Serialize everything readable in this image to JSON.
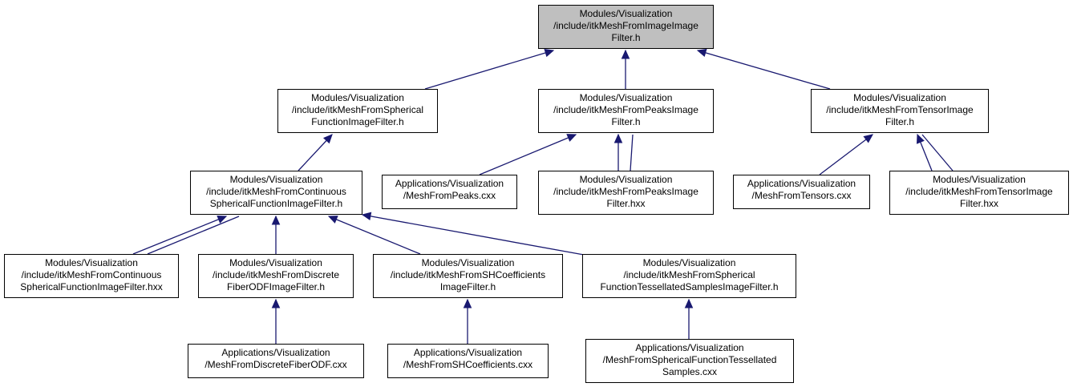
{
  "colors": {
    "edge": "#191970",
    "root_fill": "#bfbfbf",
    "node_fill": "#ffffff",
    "border": "#000000"
  },
  "nodes": {
    "root": {
      "lines": [
        "Modules/Visualization",
        "/include/itkMeshFromImageImage",
        "Filter.h"
      ]
    },
    "spherical": {
      "lines": [
        "Modules/Visualization",
        "/include/itkMeshFromSpherical",
        "FunctionImageFilter.h"
      ]
    },
    "peaks": {
      "lines": [
        "Modules/Visualization",
        "/include/itkMeshFromPeaksImage",
        "Filter.h"
      ]
    },
    "tensor": {
      "lines": [
        "Modules/Visualization",
        "/include/itkMeshFromTensorImage",
        "Filter.h"
      ]
    },
    "continuous": {
      "lines": [
        "Modules/Visualization",
        "/include/itkMeshFromContinuous",
        "SphericalFunctionImageFilter.h"
      ]
    },
    "app_peaks": {
      "lines": [
        "Applications/Visualization",
        "/MeshFromPeaks.cxx"
      ]
    },
    "peaks_hxx": {
      "lines": [
        "Modules/Visualization",
        "/include/itkMeshFromPeaksImage",
        "Filter.hxx"
      ]
    },
    "app_tensors": {
      "lines": [
        "Applications/Visualization",
        "/MeshFromTensors.cxx"
      ]
    },
    "tensor_hxx": {
      "lines": [
        "Modules/Visualization",
        "/include/itkMeshFromTensorImage",
        "Filter.hxx"
      ]
    },
    "continuous_hxx": {
      "lines": [
        "Modules/Visualization",
        "/include/itkMeshFromContinuous",
        "SphericalFunctionImageFilter.hxx"
      ]
    },
    "discrete": {
      "lines": [
        "Modules/Visualization",
        "/include/itkMeshFromDiscrete",
        "FiberODFImageFilter.h"
      ]
    },
    "shcoeff": {
      "lines": [
        "Modules/Visualization",
        "/include/itkMeshFromSHCoefficients",
        "ImageFilter.h"
      ]
    },
    "tessellated": {
      "lines": [
        "Modules/Visualization",
        "/include/itkMeshFromSpherical",
        "FunctionTessellatedSamplesImageFilter.h"
      ]
    },
    "app_discrete": {
      "lines": [
        "Applications/Visualization",
        "/MeshFromDiscreteFiberODF.cxx"
      ]
    },
    "app_shcoeff": {
      "lines": [
        "Applications/Visualization",
        "/MeshFromSHCoefficients.cxx"
      ]
    },
    "app_tessellated": {
      "lines": [
        "Applications/Visualization",
        "/MeshFromSphericalFunctionTessellated",
        "Samples.cxx"
      ]
    }
  }
}
